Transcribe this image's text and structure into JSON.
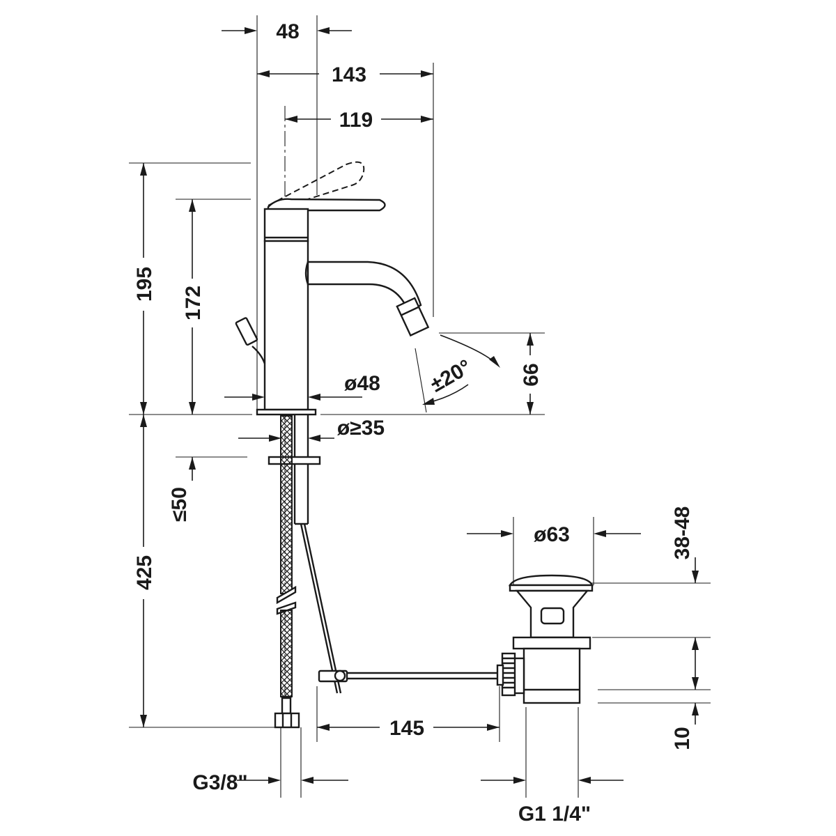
{
  "drawing": {
    "dimensions": {
      "handle_offset": "48",
      "overall_depth": "143",
      "spout_reach": "119",
      "total_height": "195",
      "spout_height": "172",
      "body_diameter": "ø48",
      "nozzle_height": "66",
      "nozzle_swivel": "±20°",
      "hole_diameter": "ø≥35",
      "max_deck_thickness": "≤50",
      "hose_length": "425",
      "waste_diameter": "ø63",
      "basin_thickness_range": "38-48",
      "rod_distance": "145",
      "waste_offset": "10",
      "supply_thread": "G3/8\"",
      "waste_thread": "G1 1/4\""
    }
  }
}
